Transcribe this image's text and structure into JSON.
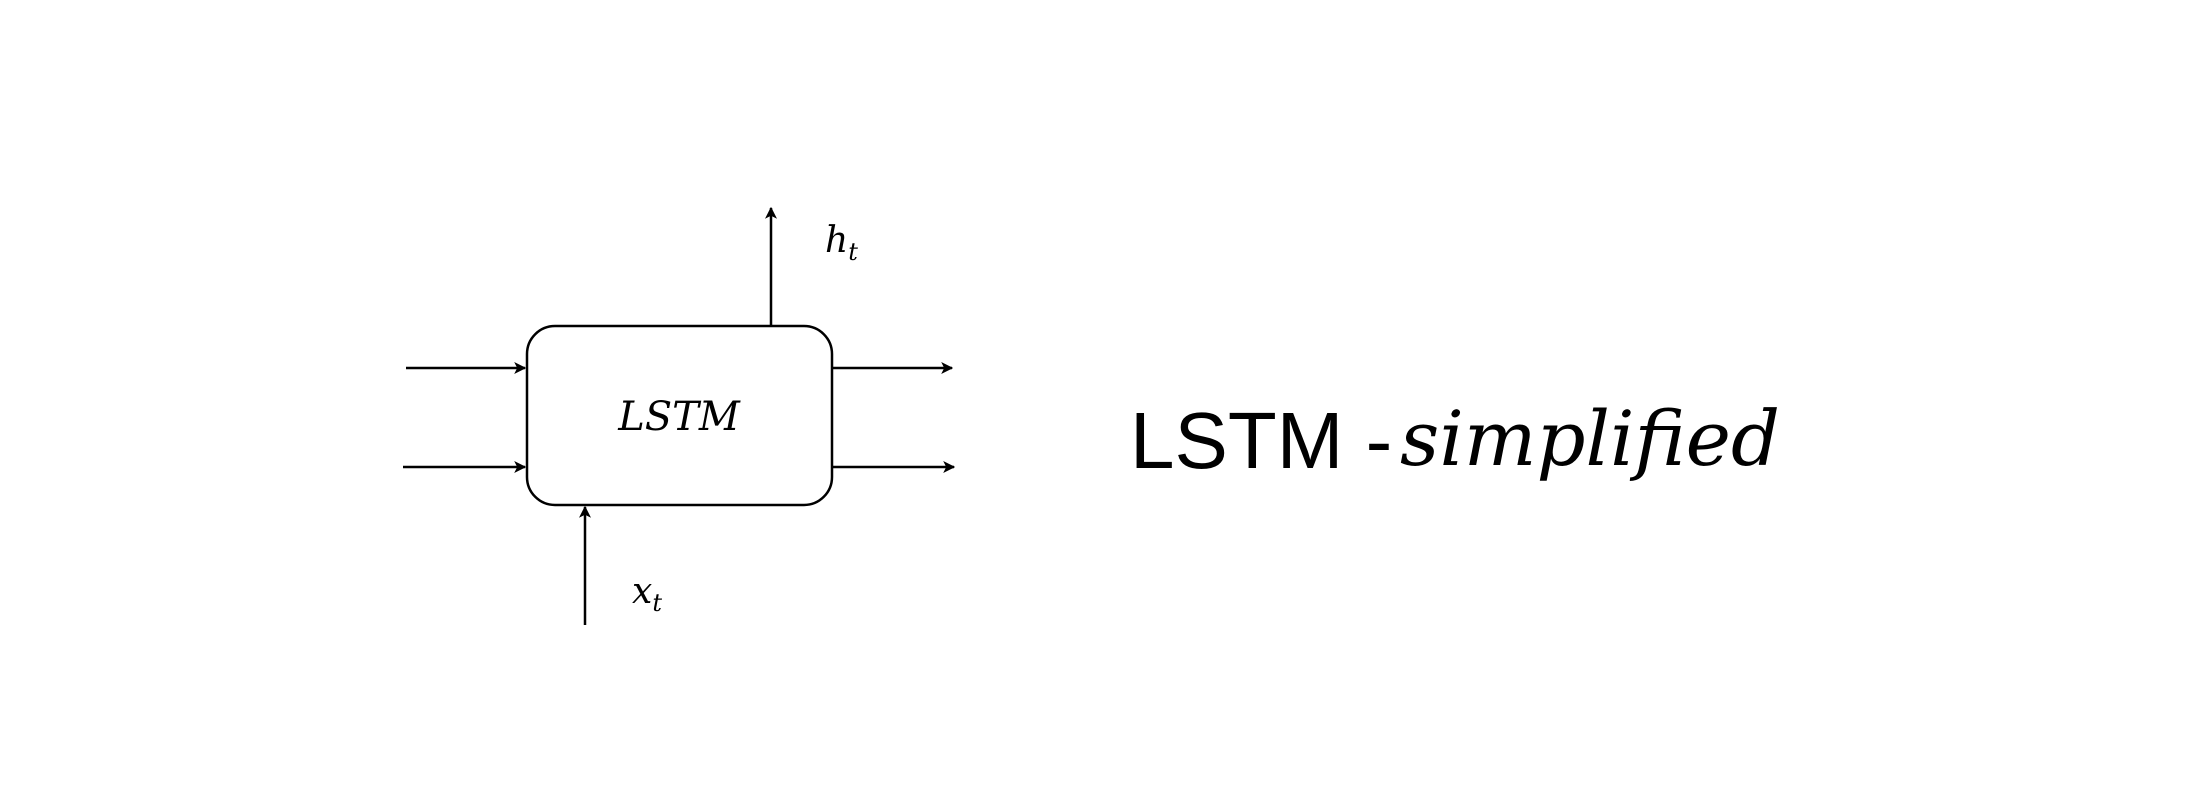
{
  "diagram": {
    "cell_label": "LSTM",
    "output_label": "h",
    "output_subscript": "t",
    "input_label": "x",
    "input_subscript": "t"
  },
  "title": {
    "main": "LSTM -",
    "script": "simplified"
  },
  "colors": {
    "stroke": "#000000",
    "background": "#ffffff"
  }
}
